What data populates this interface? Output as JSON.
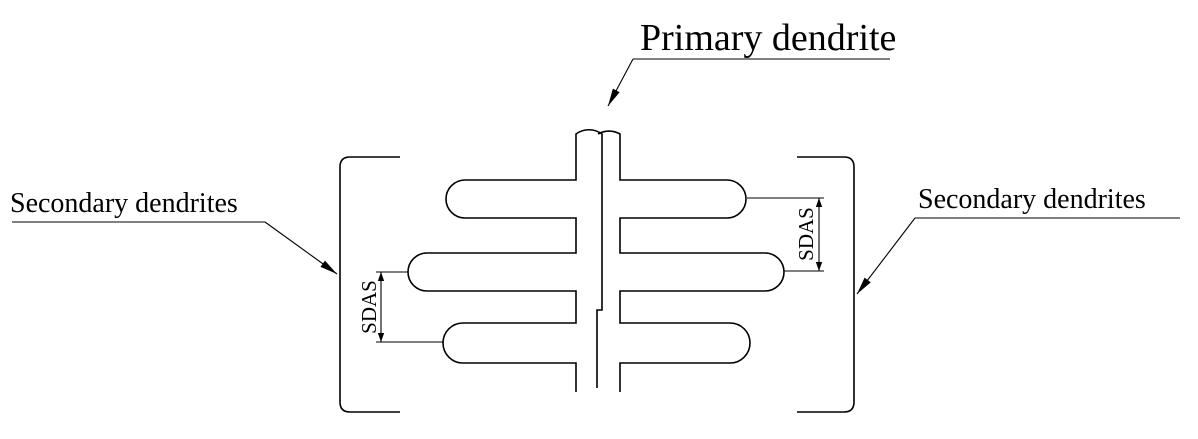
{
  "labels": {
    "primary": "Primary dendrite",
    "secondary_left": "Secondary dendrites",
    "secondary_right": "Secondary dendrites",
    "sdas_left": "SDAS",
    "sdas_right": "SDAS"
  },
  "colors": {
    "line": "#000000",
    "background": "#ffffff"
  }
}
